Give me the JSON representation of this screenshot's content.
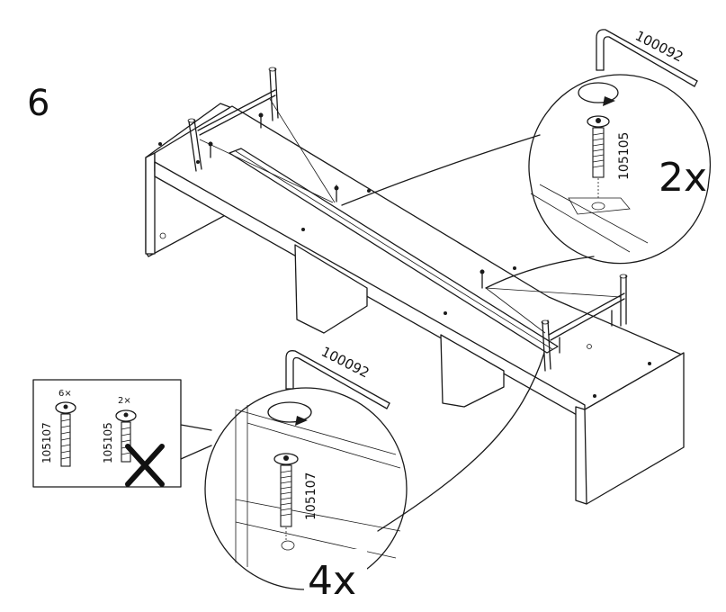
{
  "step": {
    "number": "6"
  },
  "callout_top": {
    "tool_code": "100092",
    "screw_code": "105105",
    "quantity": "2x"
  },
  "callout_bottom": {
    "tool_code": "100092",
    "screw_code": "105107",
    "quantity": "4x"
  },
  "parts_box": {
    "correct": {
      "count_label": "6×",
      "code": "105107"
    },
    "wrong": {
      "count_label": "2×",
      "code": "105105",
      "mark": "do-not-use"
    }
  }
}
